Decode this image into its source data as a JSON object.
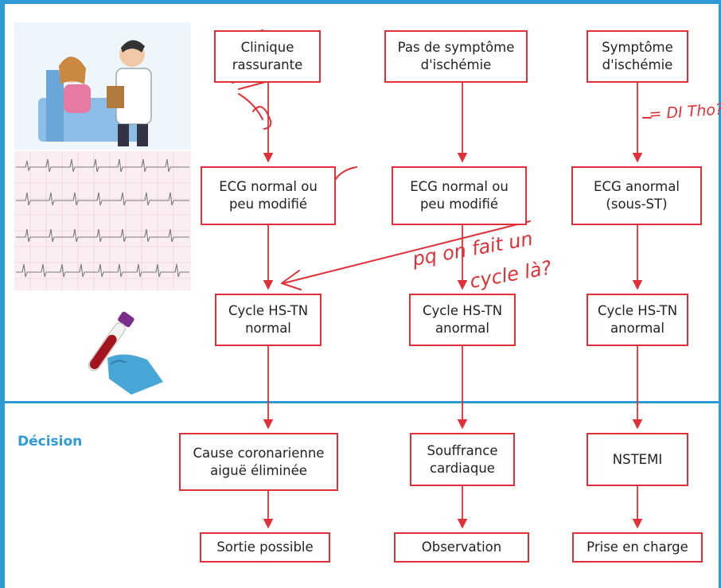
{
  "colors": {
    "frame": "#2f9bd6",
    "box_border": "#e03038",
    "arrow": "#e03038",
    "annotation": "#e03038"
  },
  "section_label": "Décision",
  "columns": [
    {
      "start": [
        "Clinique",
        "rassurante"
      ],
      "ecg": [
        "ECG normal ou",
        "peu modifié"
      ],
      "troponin": [
        "Cycle HS-TN",
        "normal"
      ],
      "decision": [
        "Cause coronarienne",
        "aiguë éliminée"
      ],
      "outcome": "Sortie possible"
    },
    {
      "start": [
        "Pas de symptôme",
        "d'ischémie"
      ],
      "ecg": [
        "ECG normal ou",
        "peu modifié"
      ],
      "troponin": [
        "Cycle HS-TN",
        "anormal"
      ],
      "decision": [
        "Souffrance",
        "cardiaque"
      ],
      "outcome": "Observation"
    },
    {
      "start": [
        "Symptôme",
        "d'ischémie"
      ],
      "ecg": [
        "ECG anormal",
        "(sous-ST)"
      ],
      "troponin": [
        "Cycle HS-TN",
        "anormal"
      ],
      "decision": [
        "NSTEMI"
      ],
      "outcome": "Prise en charge"
    }
  ],
  "handwritten": {
    "note_right": "= DI Tho?",
    "note_middle": [
      "pq on fait un",
      "cycle là?"
    ]
  },
  "icons": [
    "doctor-patient-illustration",
    "ecg-strip-illustration",
    "blood-tube-illustration"
  ]
}
